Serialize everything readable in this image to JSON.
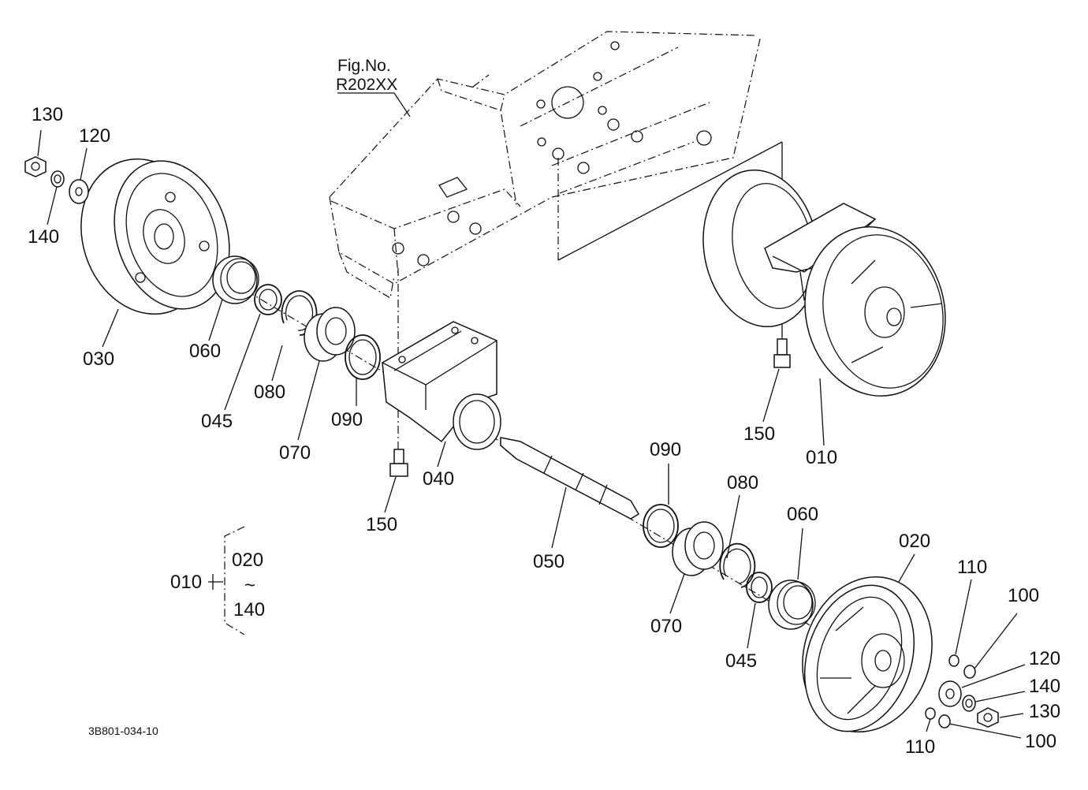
{
  "figure_ref": {
    "line1": "Fig.No.",
    "line2": "R202XX"
  },
  "drawing_code": "3B801-034-10",
  "assembly": {
    "parent": "010",
    "from": "020",
    "sep": "~",
    "to": "140"
  },
  "callouts": {
    "c130_l": "130",
    "c120_l": "120",
    "c140_l": "140",
    "c030": "030",
    "c060_l": "060",
    "c045_l": "045",
    "c080_l": "080",
    "c070_l": "070",
    "c090_l": "090",
    "c040": "040",
    "c150_l": "150",
    "c050": "050",
    "c150_r": "150",
    "c010": "010",
    "c090_r": "090",
    "c080_r": "080",
    "c060_r": "060",
    "c070_r": "070",
    "c045_r": "045",
    "c020": "020",
    "c110_t": "110",
    "c100_t": "100",
    "c120_r": "120",
    "c140_r": "140",
    "c130_r": "130",
    "c100_b": "100",
    "c110_b": "110"
  }
}
